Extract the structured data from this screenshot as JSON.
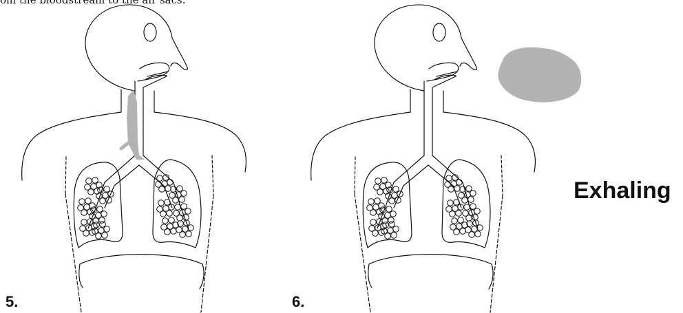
{
  "caption": "om the bloodstream to the air sacs.",
  "panels": [
    {
      "number": "5."
    },
    {
      "number": "6."
    }
  ],
  "label_exhaling": "Exhaling",
  "colors": {
    "line": "#111111",
    "shading": "#b3b3b3"
  }
}
